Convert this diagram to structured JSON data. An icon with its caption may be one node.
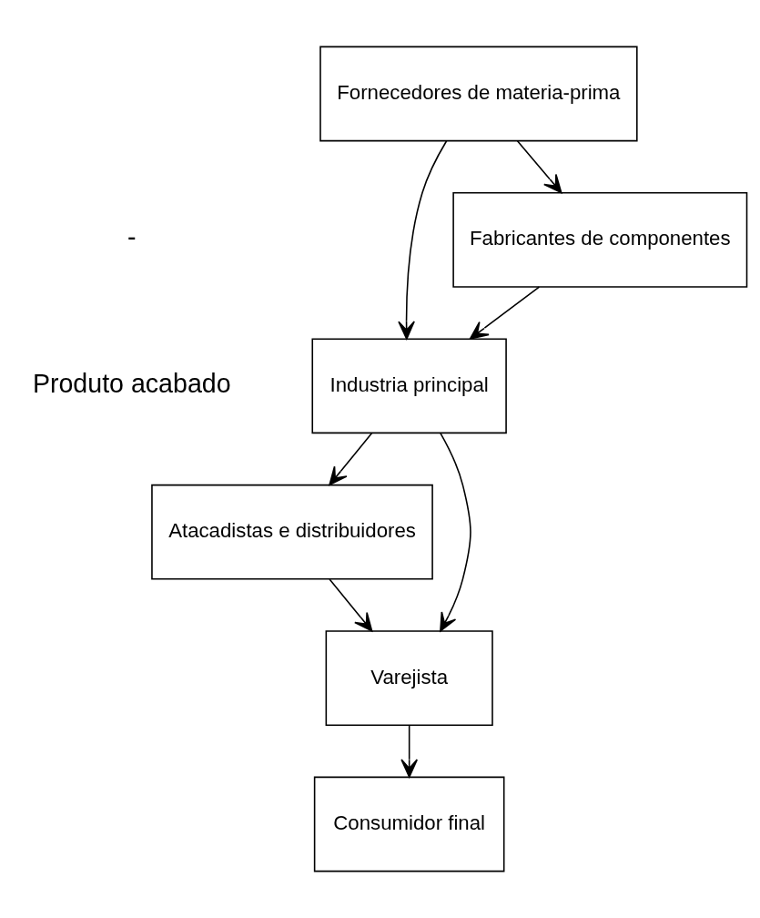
{
  "diagram": {
    "nodes": [
      {
        "text": [
          "Fornecedores de materia-prima"
        ]
      },
      {
        "text": [
          "Fabricantes de componentes"
        ]
      },
      {
        "text": [
          "Industria principal"
        ]
      },
      {
        "text": [
          "Atacadistas e distribuidores"
        ]
      },
      {
        "text": [
          "Varejista"
        ]
      },
      {
        "text": [
          "Consumidor final"
        ]
      }
    ],
    "edges": [
      {
        "from": 0,
        "to": 1,
        "arrow": "to"
      },
      {
        "from": 0,
        "to": 2,
        "arrow": "to"
      },
      {
        "from": 1,
        "to": 2,
        "arrow": "to"
      },
      {
        "from": 2,
        "to": 3,
        "arrow": "to"
      },
      {
        "from": 2,
        "to": 4,
        "arrow": "to"
      },
      {
        "from": 3,
        "to": 4,
        "arrow": "to"
      },
      {
        "from": 4,
        "to": 5,
        "arrow": "to"
      }
    ],
    "labels": [
      "-",
      "Produto acabado"
    ]
  }
}
